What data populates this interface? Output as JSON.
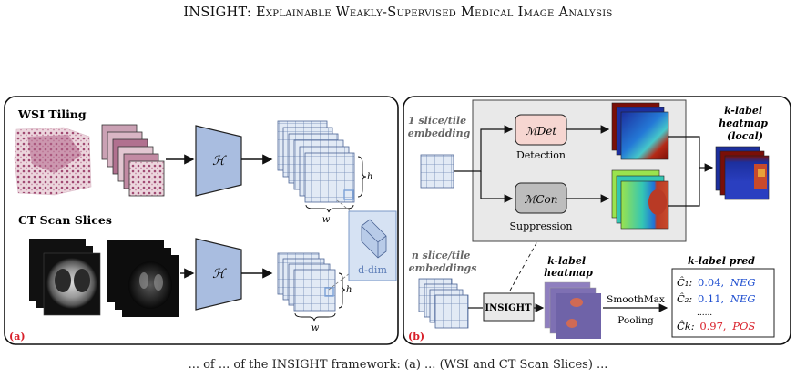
{
  "header": {
    "title": "INSIGHT: Explainable Weakly-Supervised Medical Image Analysis"
  },
  "panel_a": {
    "label": "(a)",
    "wsi_title": "WSI Tiling",
    "ct_title": "CT Scan Slices",
    "encoder_symbol": "ℋ",
    "dim_h": "h",
    "dim_w": "w",
    "ddim": "d-dim"
  },
  "panel_b": {
    "label": "(b)",
    "one_embedding": [
      "1 slice/tile",
      "embedding"
    ],
    "n_embeddings": [
      "n slice/tile",
      "embeddings"
    ],
    "det_module": "ℳDet",
    "con_module": "ℳCon",
    "detection": "Detection",
    "suppression": "Suppression",
    "local_heatmap": [
      "k-label",
      "heatmap",
      "(local)"
    ],
    "insight": "INSIGHT",
    "heatmap": [
      "k-label",
      "heatmap"
    ],
    "smoothmax": "SmoothMax",
    "pooling": "Pooling",
    "pred_title": "k-label pred",
    "preds": [
      {
        "label": "Ĉ₁:",
        "value": "0.04,",
        "status": "NEG"
      },
      {
        "label": "Ĉ₂:",
        "value": "0.11,",
        "status": "NEG"
      },
      {
        "label": "Ĉk:",
        "value": "0.97,",
        "status": "POS"
      }
    ],
    "ellipsis": "......"
  },
  "caption": "... of ... of the INSIGHT framework: (a) ... (WSI and CT Scan Slices) ..."
}
